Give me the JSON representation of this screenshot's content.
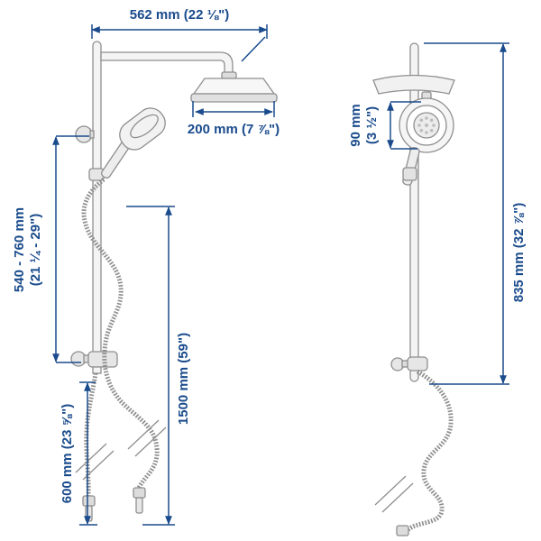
{
  "colors": {
    "accent": "#1a4b8c",
    "line_art": "#8f8f8f"
  },
  "dims": {
    "top_width": "562 mm (22 ⅛\")",
    "head_width": "200 mm (7 ⅞\")",
    "adjust_range_l1": "540 - 760 mm",
    "adjust_range_l2": "(21 ¼ - 29\")",
    "supply_hose_length": "600 mm (23 ⅝\")",
    "hand_hose_length": "1500 mm (59\")",
    "hand_shower_l1": "90 mm",
    "hand_shower_l2": "(3 ½\")",
    "riser_height": "835 mm (32 ⅞\")"
  }
}
